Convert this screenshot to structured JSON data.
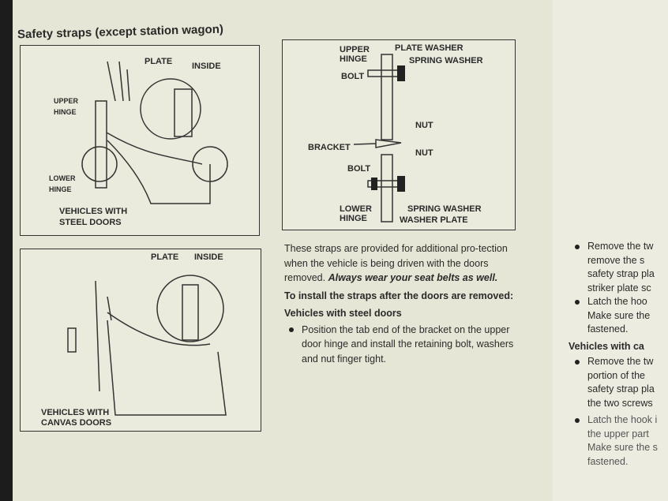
{
  "title": "Safety straps (except station wagon)",
  "fig1": {
    "plate": "PLATE",
    "inside": "INSIDE",
    "upper_hinge": [
      "UPPER",
      "HINGE"
    ],
    "lower_hinge": [
      "LOWER",
      "HINGE"
    ],
    "caption": [
      "VEHICLES WITH",
      "STEEL DOORS"
    ]
  },
  "fig2": {
    "upper_hinge": [
      "UPPER",
      "HINGE"
    ],
    "plate_washer": "PLATE WASHER",
    "spring_washer_top": "SPRING WASHER",
    "bolt_top": "BOLT",
    "nut_top": "NUT",
    "bracket": "BRACKET",
    "nut_bottom": "NUT",
    "bolt_bottom": "BOLT",
    "lower_hinge": [
      "LOWER",
      "HINGE"
    ],
    "spring_washer_bottom": "SPRING WASHER",
    "washer_plate": "WASHER PLATE"
  },
  "fig3": {
    "plate": "PLATE",
    "inside": "INSIDE",
    "caption": [
      "VEHICLES WITH",
      "CANVAS DOORS"
    ]
  },
  "text": {
    "intro": "These straps are provided for additional pro-tection when the vehicle is being driven with the doors removed.",
    "intro_em": "Always wear your seat belts as well.",
    "install_heading": "To install the straps after the doors are removed:",
    "steel_heading": "Vehicles with steel doors",
    "steel_bullet": "Position the tab end of the bracket on the upper door hinge and install the retaining bolt, washers and nut finger tight."
  },
  "right": {
    "b1": [
      "Remove the tw",
      "remove the s",
      "safety strap pla",
      "striker plate sc"
    ],
    "b2": [
      "Latch the hoo",
      "Make sure the",
      "fastened."
    ],
    "canvas_heading": "Vehicles with ca",
    "b3": [
      "Remove the tw",
      "portion of the",
      "safety strap pla",
      "the two screws"
    ],
    "b4": [
      "Latch the hook i",
      "the upper part",
      "Make sure the s",
      "fastened."
    ]
  }
}
